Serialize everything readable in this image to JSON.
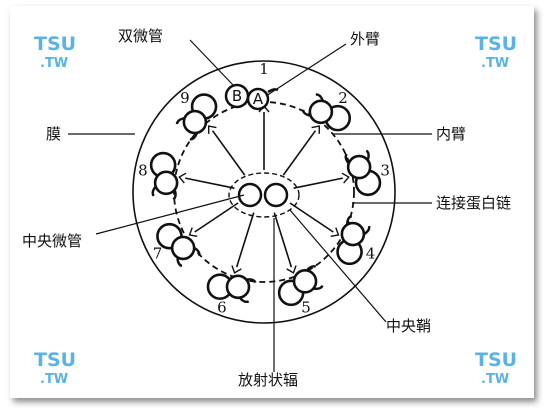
{
  "labels": {
    "doublet": "双微管",
    "outer_arm": "外臂",
    "membrane": "膜",
    "inner_arm": "内臂",
    "nexin": "连接蛋白链",
    "central_tubule": "中央微管",
    "central_sheath": "中央鞘",
    "radial_spoke": "放射状辐"
  },
  "subfibers": {
    "a": "A",
    "b": "B"
  },
  "doublet_numbers": [
    "1",
    "2",
    "3",
    "4",
    "5",
    "6",
    "7",
    "8",
    "9"
  ],
  "watermark": {
    "main": "TSU",
    "sub": ".TW"
  },
  "colors": {
    "line": "#111111",
    "watermark": "#5ab3e4"
  }
}
